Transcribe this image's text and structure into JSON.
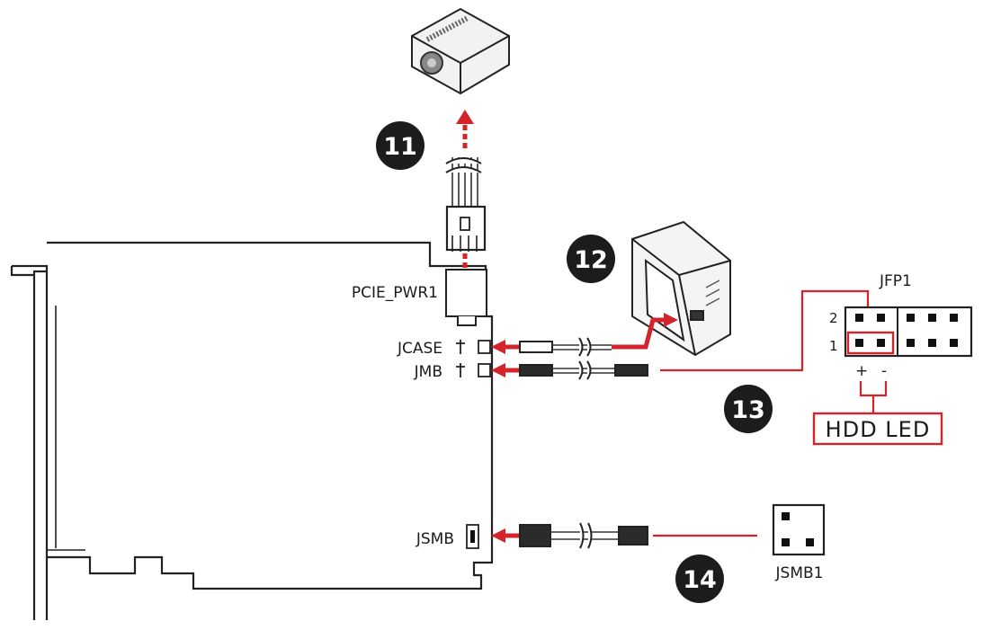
{
  "connectors": {
    "pcie_pwr": "PCIE_PWR1",
    "jcase": "JCASE",
    "jmb": "JMB",
    "jsmb": "JSMB",
    "jfp1": "JFP1",
    "jsmb1": "JSMB1"
  },
  "steps": [
    "11",
    "12",
    "13",
    "14"
  ],
  "jfp1_pins": {
    "row2": "2",
    "row1": "1",
    "plus": "+",
    "minus": "-"
  },
  "hdd_led": "HDD LED",
  "colors": {
    "accent": "#d4232a",
    "ink": "#1a1a1a",
    "badge": "#1c1c1c"
  }
}
